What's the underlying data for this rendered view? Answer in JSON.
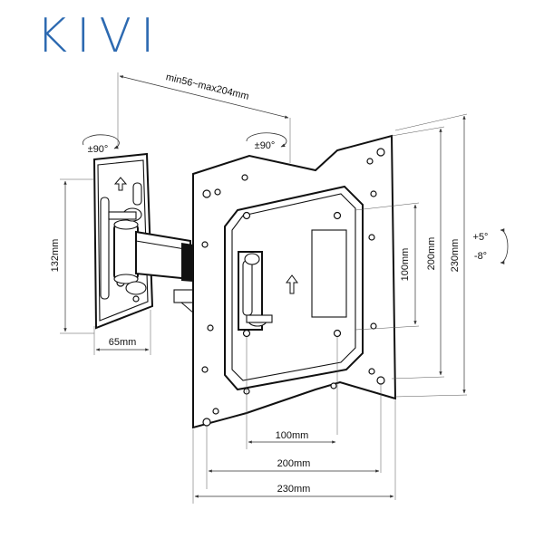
{
  "brand": {
    "logo_text": "KIVI",
    "color": "#2d6ab1"
  },
  "dimensions": {
    "arm_extension": "min56~max204mm",
    "wall_plate_height": "132mm",
    "wall_plate_width": "65mm",
    "vesa_100_v": "100mm",
    "vesa_200_v": "200mm",
    "vesa_230_v": "230mm",
    "vesa_100_h": "100mm",
    "vesa_200_h": "200mm",
    "vesa_230_h": "230mm"
  },
  "rotation": {
    "wall_swivel": "±90°",
    "plate_rotation": "±90°",
    "tilt_up": "+5°",
    "tilt_down": "-8°"
  },
  "icons": [
    "rotation-arrow-icon",
    "up-arrow-icon",
    "tilt-arrow-icon"
  ]
}
